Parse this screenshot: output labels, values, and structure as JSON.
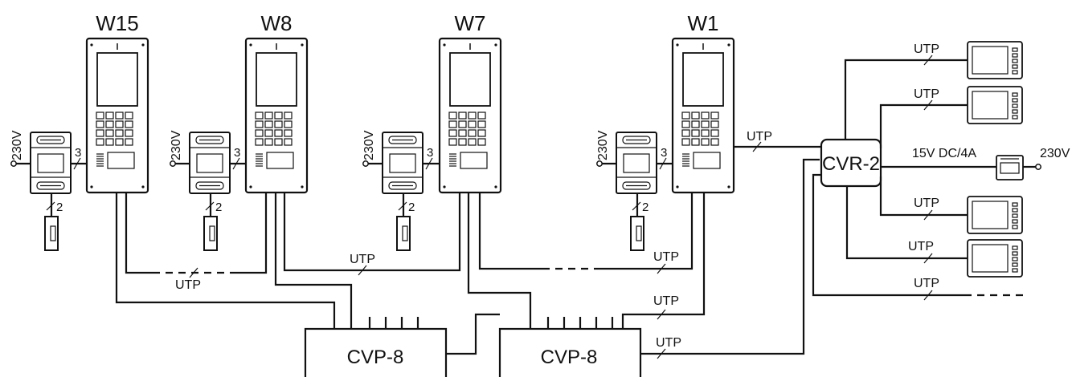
{
  "panels": {
    "p1": "W15",
    "p2": "W8",
    "p3": "W7",
    "p4": "W1"
  },
  "cables": {
    "utp": "UTP"
  },
  "splitters": {
    "left": "CVP-8",
    "right": "CVP-8"
  },
  "router": {
    "label": "CVR-2"
  },
  "power": {
    "mains": "230V",
    "dc": "15V DC/4A"
  },
  "wire_counts": {
    "supply_to_panel": "3",
    "supply_to_lock": "2"
  }
}
